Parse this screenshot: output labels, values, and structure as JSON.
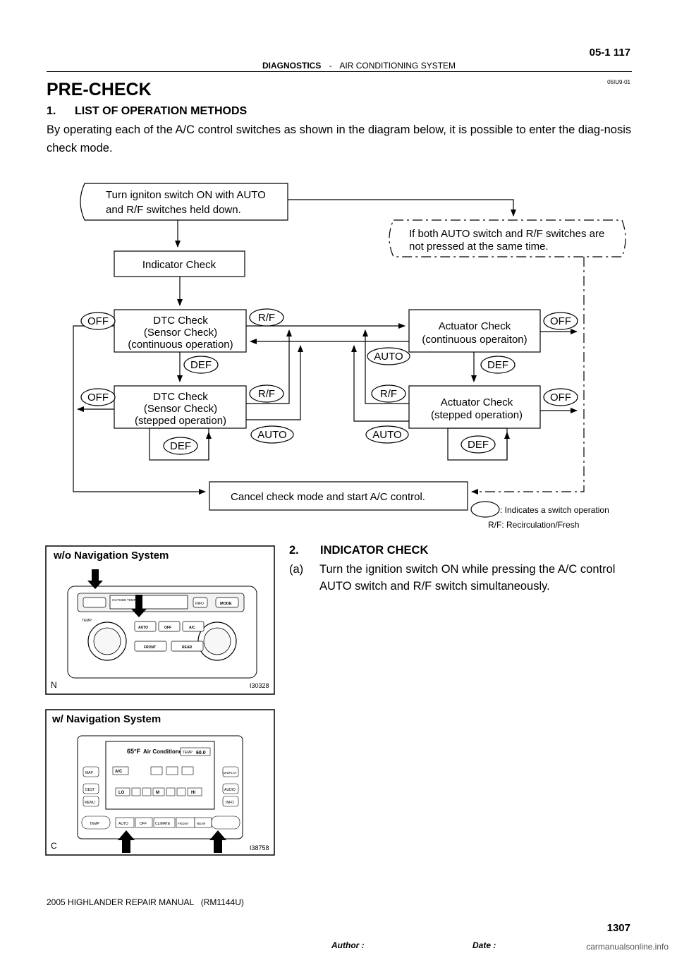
{
  "header": {
    "section": "DIAGNOSTICS",
    "separator": "-",
    "subject": "AIR CONDITIONING SYSTEM",
    "page_number": "05-1 117",
    "doc_id": "05IU9-01"
  },
  "title": "PRE-CHECK",
  "section1": {
    "heading": "1.      LIST OF OPERATION METHODS",
    "text": "By operating each of the A/C control switches as shown in the diagram below, it is possible to enter the diag-nosis check mode."
  },
  "flowchart": {
    "start_line1": "Turn igniton switch ON with AUTO",
    "start_line2": "and R/F switches held down.",
    "else_line1": "If both AUTO switch and R/F switches are",
    "else_line2": "not pressed at the same time.",
    "indicator": "Indicator Check",
    "dtc1_line1": "DTC Check",
    "dtc1_line2": "(Sensor Check)",
    "dtc1_line3": "(continuous operation)",
    "dtc2_line1": "DTC Check",
    "dtc2_line2": "(Sensor Check)",
    "dtc2_line3": "(stepped operation)",
    "act1_line1": "Actuator Check",
    "act1_line2": "(continuous operaiton)",
    "act2_line1": "Actuator Check",
    "act2_line2": "(stepped operation)",
    "cancel": "Cancel check mode and start A/C control.",
    "sw_off": "OFF",
    "sw_rf": "R/F",
    "sw_def": "DEF",
    "sw_auto": "AUTO",
    "legend1": ": Indicates a switch operation",
    "legend2": "R/F: Recirculation/Fresh"
  },
  "figure1": {
    "title": "w/o Navigation System",
    "corner": "N",
    "code": "I30328",
    "labels": [
      "OUTSIDE TEMP",
      "INFO",
      "MODE",
      "TEMP",
      "AUTO",
      "OFF",
      "A/C",
      "FRONT",
      "REAR"
    ]
  },
  "figure2": {
    "title": "w/ Navigation System",
    "corner": "C",
    "code": "I38758",
    "screen_temp": "65°F",
    "screen_title": "Air Conditioner",
    "screen_temp_label": "TEMP",
    "screen_temp_value": "60.0",
    "screen_buttons": [
      "A/C",
      "LO",
      "M",
      "HI"
    ],
    "side_left": [
      "MAP",
      "DEST",
      "MENU"
    ],
    "side_right": [
      "DISPLAY",
      "AUDIO",
      "INFO"
    ],
    "bottom": [
      "TEMP",
      "AUTO",
      "OFF",
      "CLIMATE",
      "FRONT",
      "REAR"
    ]
  },
  "section2": {
    "number": "2.",
    "heading": "INDICATOR CHECK",
    "step_label": "(a)",
    "step_text": "Turn the ignition switch ON while pressing the A/C control AUTO switch and R/F switch simultaneously."
  },
  "footer": {
    "manual": "2005 HIGHLANDER REPAIR MANUAL   (RM1144U)",
    "author_label": "Author :",
    "date_label": "Date :",
    "page": "1307",
    "watermark": "carmanualsonline.info"
  }
}
